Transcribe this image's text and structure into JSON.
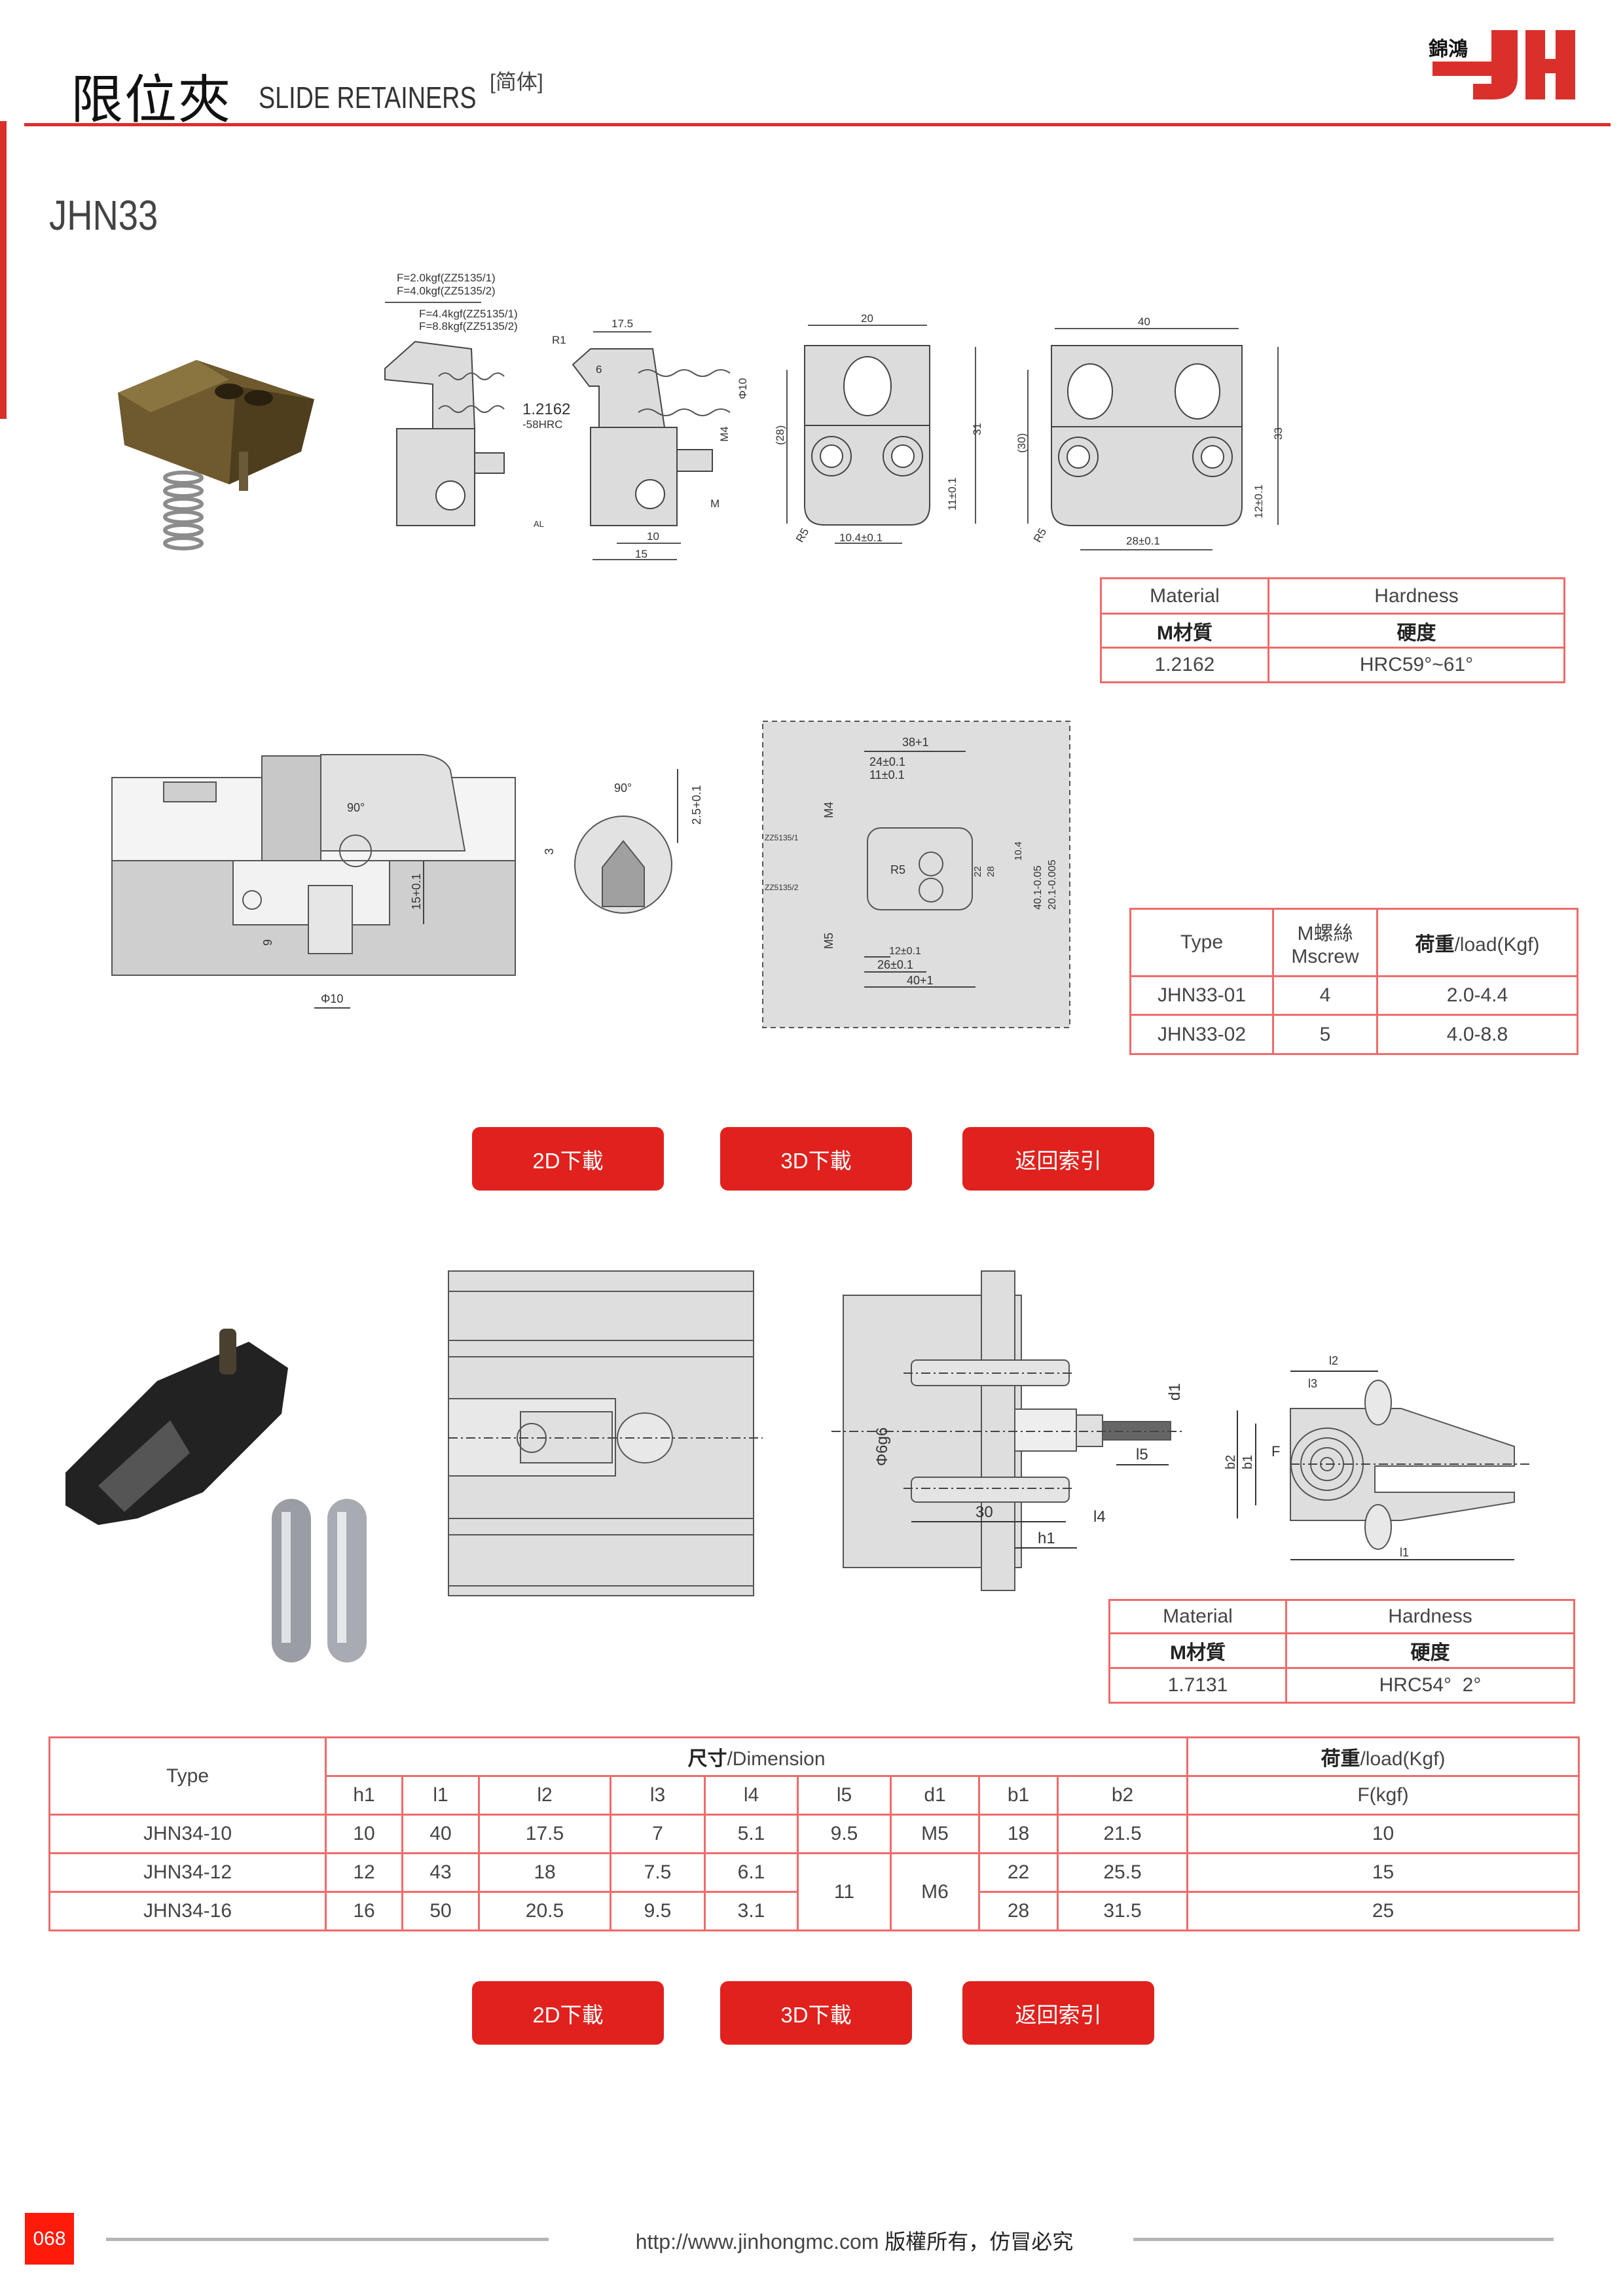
{
  "header": {
    "title_cn": "限位夾",
    "title_en": "SLIDE RETAINERS",
    "variant": "[简体]",
    "logo_text": "錦鴻 JH"
  },
  "section1": {
    "model": "JHN33",
    "drawing_top": {
      "f1": "F=2.0kgf(ZZ5135/1)",
      "f2": "F=4.0kgf(ZZ5135/2)",
      "f3": "F=4.4kgf(ZZ5135/1)",
      "f4": "F=8.8kgf(ZZ5135/2)",
      "material": "1.2162",
      "hrc": "-58HRC",
      "d17_5": "17.5",
      "r1": "R1",
      "d6": "6",
      "phi10": "Φ10",
      "m4": "M4",
      "m": "M",
      "al": "AL",
      "d10": "10",
      "d15": "15",
      "d20": "20",
      "d31": "31",
      "d28p": "(28)",
      "d11": "11±0.1",
      "r5a": "R5",
      "d10_4": "10.4±0.1",
      "d40": "40",
      "d33": "33",
      "d30p": "(30)",
      "d12": "12±0.1",
      "r5b": "R5",
      "d28": "28±0.1"
    },
    "drawing_mid": {
      "angle1": "90°",
      "d15": "15+0.1",
      "d9": "9",
      "phi10": "Φ10",
      "angle2": "90°",
      "d2_5": "2.5+0.1",
      "d3": "3",
      "d38": "38+1",
      "d24": "24±0.1",
      "d11": "11±0.1",
      "m4": "M4",
      "zz1": "ZZ5135/1",
      "r5": "R5",
      "zz2": "ZZ5135/2",
      "m5": "M5",
      "d12": "12±0.1",
      "d26": "26±0.1",
      "d40": "40+1",
      "d10_4": "10.4",
      "d22": "22",
      "d28": "28",
      "d40_1": "40.1-0.05",
      "d20_1": "20.1-0.005"
    },
    "material_table": {
      "headers": [
        "Material",
        "Hardness"
      ],
      "headers_cn": [
        "M材質",
        "硬度"
      ],
      "values": [
        "1.2162",
        "HRC59°~61°"
      ]
    },
    "type_table": {
      "headers": [
        "Type",
        "M螺絲",
        "Mscrew",
        "荷重",
        "/load(Kgf)"
      ],
      "rows": [
        [
          "JHN33-01",
          "4",
          "2.0-4.4"
        ],
        [
          "JHN33-02",
          "5",
          "4.0-8.8"
        ]
      ]
    },
    "buttons": [
      "2D下載",
      "3D下載",
      "返回索引"
    ]
  },
  "section2": {
    "drawing": {
      "phi6g6": "Φ6g6",
      "d30": "30",
      "h1": "h1",
      "l4": "l4",
      "l5": "l5",
      "d1": "d1",
      "l2": "l2",
      "l3": "l3",
      "b2": "b2",
      "b1": "b1",
      "f": "F",
      "l1": "l1"
    },
    "material_table": {
      "headers": [
        "Material",
        "Hardness"
      ],
      "headers_cn": [
        "M材質",
        "硬度"
      ],
      "values": [
        "1.7131",
        "HRC54°  2°"
      ]
    },
    "dimension_table": {
      "type_label": "Type",
      "dimension_cn": "尺寸",
      "dimension_en": "/Dimension",
      "load_cn": "荷重",
      "load_en": "/load(Kgf)",
      "columns": [
        "h1",
        "l1",
        "l2",
        "l3",
        "l4",
        "l5",
        "d1",
        "b1",
        "b2"
      ],
      "load_column": "F(kgf)",
      "rows": [
        {
          "type": "JHN34-10",
          "h1": "10",
          "l1": "40",
          "l2": "17.5",
          "l3": "7",
          "l4": "5.1",
          "l5": "9.5",
          "d1": "M5",
          "b1": "18",
          "b2": "21.5",
          "f": "10"
        },
        {
          "type": "JHN34-12",
          "h1": "12",
          "l1": "43",
          "l2": "18",
          "l3": "7.5",
          "l4": "6.1",
          "l5": "11",
          "d1": "M6",
          "b1": "22",
          "b2": "25.5",
          "f": "15"
        },
        {
          "type": "JHN34-16",
          "h1": "16",
          "l1": "50",
          "l2": "20.5",
          "l3": "9.5",
          "l4": "3.1",
          "b1": "28",
          "b2": "31.5",
          "f": "25"
        }
      ]
    },
    "buttons": [
      "2D下載",
      "3D下載",
      "返回索引"
    ]
  },
  "footer": {
    "page": "068",
    "url": "http://www.jinhongmc.com",
    "copyright": "版權所有，仿冒必究"
  },
  "colors": {
    "accent": "#d9302c",
    "table_border": "#ef6b6b",
    "button": "#e0211d",
    "drawing_fill": "#dcdcdc"
  }
}
